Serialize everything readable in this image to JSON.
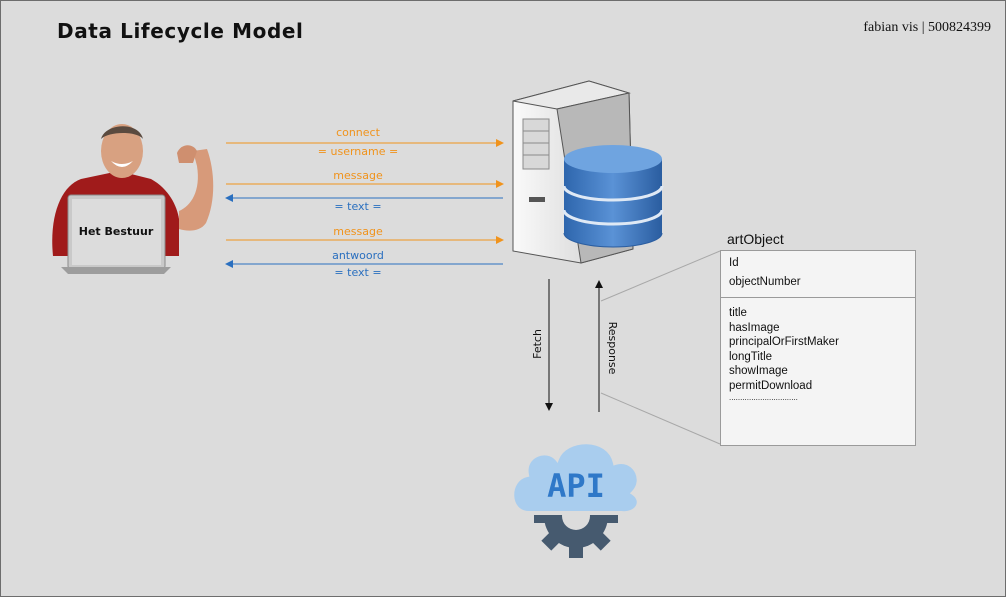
{
  "title": "Data Lifecycle Model",
  "author": "fabian vis | 500824399",
  "client": {
    "label": "Het Bestuur"
  },
  "messages": [
    {
      "label": "connect",
      "direction": "to-server",
      "color": "#f0931c"
    },
    {
      "label": "= username =",
      "direction": "to-server",
      "color": "#f0931c"
    },
    {
      "label": "message",
      "direction": "to-server",
      "color": "#f0931c"
    },
    {
      "label": "= text =",
      "direction": "to-client",
      "color": "#2a6fbf"
    },
    {
      "label": "message",
      "direction": "to-server",
      "color": "#f0931c"
    },
    {
      "label": "antwoord",
      "direction": "to-client",
      "color": "#2a6fbf"
    },
    {
      "label": "= text =",
      "direction": "to-client",
      "color": "#2a6fbf"
    }
  ],
  "fetch_label": "Fetch",
  "response_label": "Response",
  "api_label": "API",
  "art_object": {
    "title": "artObject",
    "keys": [
      "Id",
      "objectNumber"
    ],
    "fields": [
      "title",
      "hasImage",
      "principalOrFirstMaker",
      "longTitle",
      "showImage",
      "permitDownload",
      "..............................."
    ]
  }
}
